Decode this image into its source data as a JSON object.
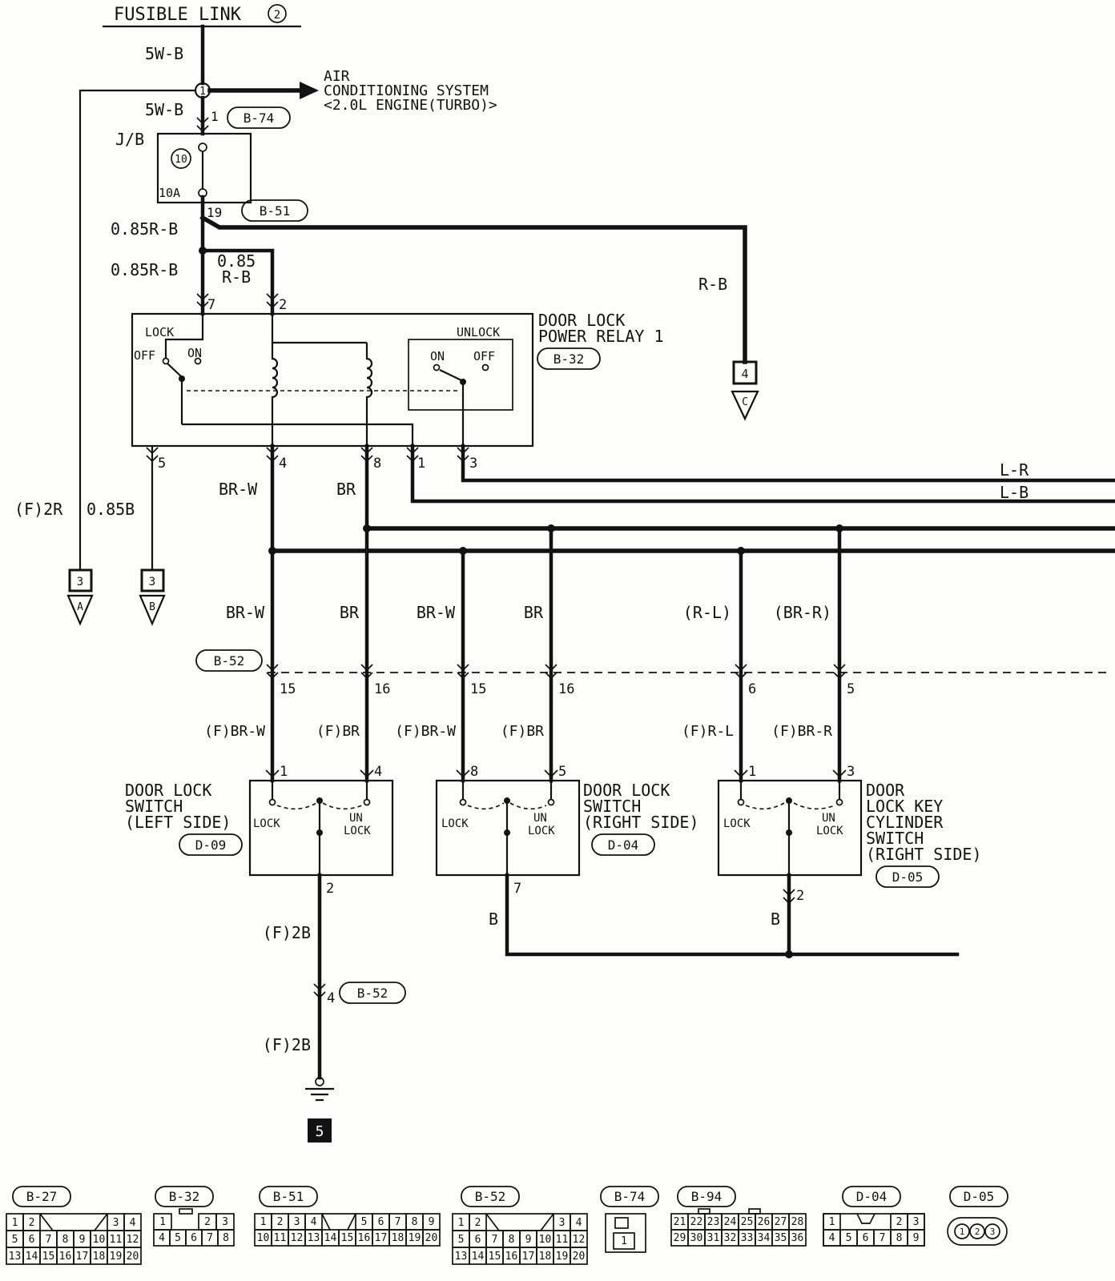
{
  "header": {
    "fusible_link": "FUSIBLE LINK",
    "fusible_link_no": "2",
    "wire_top": "5W-B",
    "splice_no": "1",
    "ac_line1": "AIR",
    "ac_line2": "CONDITIONING SYSTEM",
    "ac_line3": "<2.0L ENGINE(TURBO)>",
    "wire_mid": "5W-B",
    "pin_b74": "1",
    "conn_b74": "B-74"
  },
  "junction_block": {
    "label": "J/B",
    "fuse_no": "10",
    "fuse_rating": "10A",
    "pin_out": "19",
    "conn_b51": "B-51",
    "wire_up": "0.85R-B",
    "wire_down": "0.85R-B",
    "branch_l1": "0.85",
    "branch_l2": "R-B"
  },
  "feed_right": {
    "wire": "R-B",
    "conn_no": "4",
    "conn_letter": "C"
  },
  "relay": {
    "title1": "DOOR LOCK",
    "title2": "POWER RELAY 1",
    "code": "B-32",
    "lock": "LOCK",
    "unlock": "UNLOCK",
    "off_l": "OFF",
    "on_l": "ON",
    "on_r": "ON",
    "off_r": "OFF",
    "pin_7": "7",
    "pin_2": "2",
    "pin_5": "5",
    "pin_4": "4",
    "pin_8": "8",
    "pin_1": "1",
    "pin_3": "3"
  },
  "trunk": {
    "l_r": "L-R",
    "l_b": "L-B",
    "brw": "BR-W",
    "br": "BR",
    "f2r": "(F)2R",
    "b085": "0.85B",
    "tri_a_no": "3",
    "tri_a_letter": "A",
    "tri_b_no": "3",
    "tri_b_letter": "B"
  },
  "branches": {
    "upper_labels": [
      "BR-W",
      "BR",
      "BR-W",
      "BR",
      "(R-L)",
      "(BR-R)"
    ],
    "conn": "B-52",
    "conn_pins": [
      "15",
      "16",
      "15",
      "16",
      "6",
      "5"
    ],
    "f_labels": [
      "(F)BR-W",
      "(F)BR",
      "(F)BR-W",
      "(F)BR",
      "(F)R-L",
      "(F)BR-R"
    ],
    "pins_in": [
      "1",
      "4",
      "8",
      "5",
      "1",
      "3"
    ]
  },
  "switch_left": {
    "title1": "DOOR LOCK",
    "title2": "SWITCH",
    "title3": "(LEFT SIDE)",
    "code": "D-09",
    "lock": "LOCK",
    "un": "UN",
    "lock2": "LOCK",
    "pin_out": "2"
  },
  "switch_right": {
    "title1": "DOOR LOCK",
    "title2": "SWITCH",
    "title3": "(RIGHT SIDE)",
    "code": "D-04",
    "lock": "LOCK",
    "un": "UN",
    "lock2": "LOCK",
    "pin_out": "7"
  },
  "switch_key": {
    "title1": "DOOR",
    "title2": "LOCK KEY",
    "title3": "CYLINDER",
    "title4": "SWITCH",
    "title5": "(RIGHT SIDE)",
    "code": "D-05",
    "lock": "LOCK",
    "un": "UN",
    "lock2": "LOCK",
    "pin_out": "2"
  },
  "ground_run": {
    "wire1": "(F)2B",
    "pin": "4",
    "conn": "B-52",
    "wire2": "(F)2B",
    "gnd_no": "5"
  },
  "b_wires": {
    "left": "B",
    "right": "B"
  },
  "pinouts": [
    {
      "code": "B-27",
      "rows": [
        [
          "1",
          "2",
          "3",
          "4"
        ],
        [
          "5",
          "6",
          "7",
          "8",
          "9",
          "10",
          "11",
          "12"
        ],
        [
          "13",
          "14",
          "15",
          "16",
          "17",
          "18",
          "19",
          "20"
        ]
      ]
    },
    {
      "code": "B-32",
      "rows": [
        [
          "1",
          "2",
          "3"
        ],
        [
          "4",
          "5",
          "6",
          "7",
          "8"
        ]
      ]
    },
    {
      "code": "B-51",
      "rows": [
        [
          "1",
          "2",
          "3",
          "4",
          "5",
          "6",
          "7",
          "8",
          "9"
        ],
        [
          "10",
          "11",
          "12",
          "13",
          "14",
          "15",
          "16",
          "17",
          "18",
          "19",
          "20"
        ]
      ]
    },
    {
      "code": "B-52",
      "rows": [
        [
          "1",
          "2",
          "3",
          "4"
        ],
        [
          "5",
          "6",
          "7",
          "8",
          "9",
          "10",
          "11",
          "12"
        ],
        [
          "13",
          "14",
          "15",
          "16",
          "17",
          "18",
          "19",
          "20"
        ]
      ]
    },
    {
      "code": "B-74",
      "rows": [
        [
          "1"
        ]
      ]
    },
    {
      "code": "B-94",
      "rows": [
        [
          "21",
          "22",
          "23",
          "24",
          "25",
          "26",
          "27",
          "28"
        ],
        [
          "29",
          "30",
          "31",
          "32",
          "33",
          "34",
          "35",
          "36"
        ]
      ]
    },
    {
      "code": "D-04",
      "rows": [
        [
          "1",
          "2",
          "3"
        ],
        [
          "4",
          "5",
          "6",
          "7",
          "8",
          "9"
        ]
      ]
    },
    {
      "code": "D-05",
      "rows": [
        [
          "1",
          "2",
          "3"
        ]
      ]
    }
  ]
}
